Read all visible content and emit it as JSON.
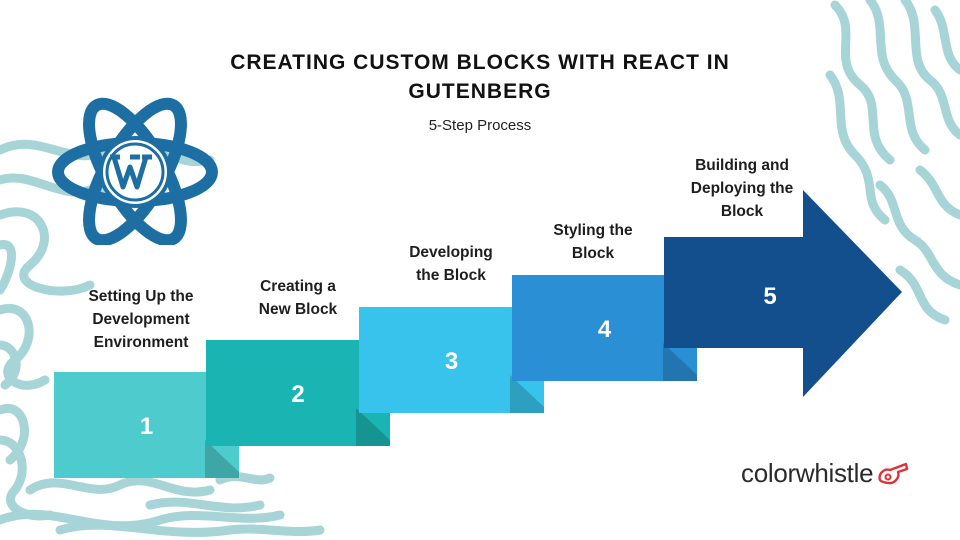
{
  "header": {
    "title": "CREATING CUSTOM BLOCKS WITH REACT IN GUTENBERG",
    "subtitle": "5-Step Process"
  },
  "steps": [
    {
      "number": "1",
      "label": "Setting Up the Development Environment",
      "color": "#4ecbcd"
    },
    {
      "number": "2",
      "label": "Creating a New Block",
      "color": "#1ab5b3"
    },
    {
      "number": "3",
      "label": "Developing the Block",
      "color": "#37c3ec"
    },
    {
      "number": "4",
      "label": "Styling the Block",
      "color": "#2b8fd6"
    },
    {
      "number": "5",
      "label": "Building and Deploying the Block",
      "color": "#124f8c"
    }
  ],
  "logo": {
    "text": "colorwhistle",
    "accent_color": "#e0313a"
  },
  "icons": {
    "react_wordpress": "react-wordpress-icon",
    "logo_mark": "whistle-icon"
  },
  "colors": {
    "react_blue": "#1d6fa3",
    "wave": "#a7d4d6"
  }
}
